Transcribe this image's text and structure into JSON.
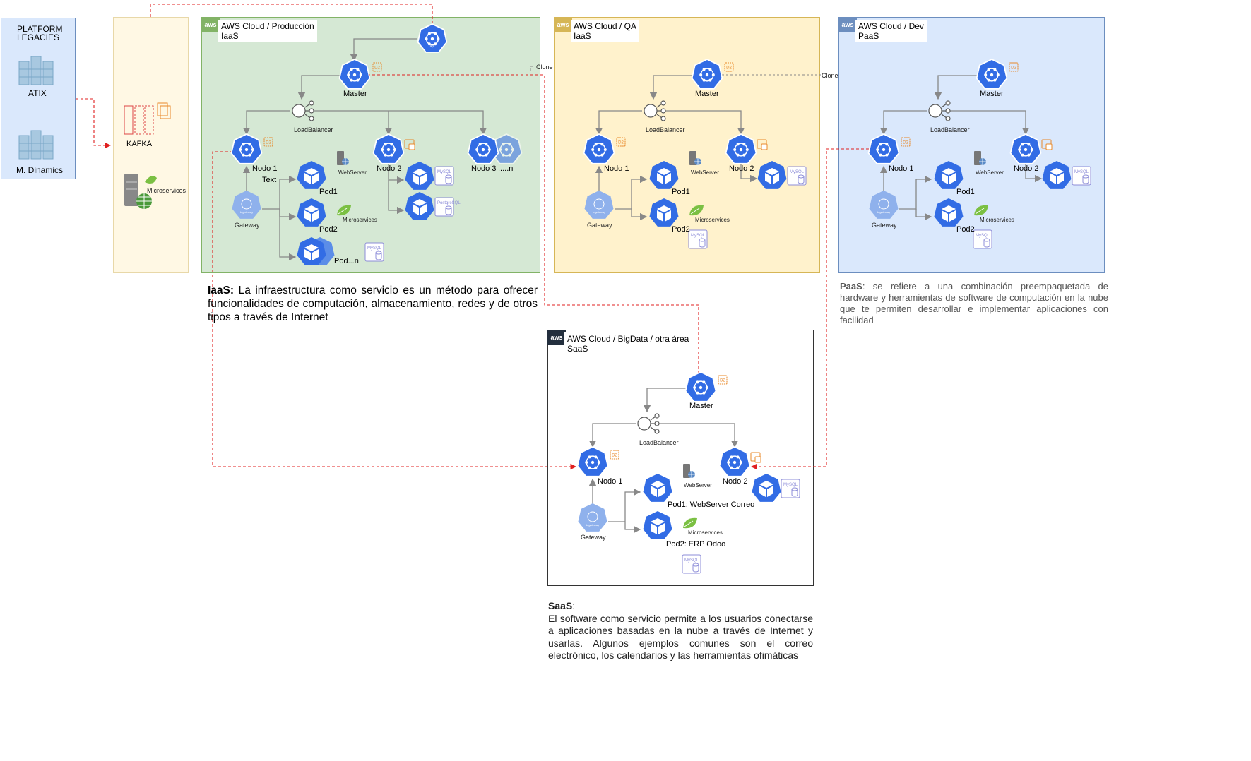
{
  "legacy": {
    "title_line1": "PLATFORM",
    "title_line2": "LEGACIES",
    "server1": "ATIX",
    "server2": "M. Dinamics"
  },
  "kafka": {
    "label": "KAFKA",
    "microservices": "Microservices"
  },
  "prod": {
    "title": "AWS Cloud / Producción",
    "type": "IaaS",
    "master": "Master",
    "loadbalancer": "LoadBalancer",
    "nodo1": "Nodo 1",
    "nodo2": "Nodo 2",
    "nodo3": "Nodo 3",
    "nodo_n": ".....n",
    "text": "Text",
    "gateway": "Gateway",
    "webserver": "WebServer",
    "microservices": "Microservices",
    "pod1": "Pod1",
    "pod2": "Pod2",
    "podn": "Pod...n",
    "clone": "Clone"
  },
  "qa": {
    "title": "AWS Cloud / QA",
    "type": "IaaS",
    "master": "Master",
    "loadbalancer": "LoadBalancer",
    "nodo1": "Nodo 1",
    "nodo2": "Nodo 2",
    "gateway": "Gateway",
    "webserver": "WebServer",
    "microservices": "Microservices",
    "pod1": "Pod1",
    "pod2": "Pod2",
    "clone": "Clone"
  },
  "dev": {
    "title": "AWS Cloud / Dev",
    "type": "PaaS",
    "master": "Master",
    "loadbalancer": "LoadBalancer",
    "nodo1": "Nodo 1",
    "nodo2": "Nodo 2",
    "gateway": "Gateway",
    "webserver": "WebServer",
    "microservices": "Microservices",
    "pod1": "Pod1",
    "pod2": "Pod2"
  },
  "bigdata": {
    "title": "AWS Cloud / BigData / otra área",
    "type": "SaaS",
    "master": "Master",
    "loadbalancer": "LoadBalancer",
    "nodo1": "Nodo 1",
    "nodo2": "Nodo 2",
    "gateway": "Gateway",
    "webserver": "WebServer",
    "microservices": "Microservices",
    "pod1": "Pod1: WebServer Correo",
    "pod2": "Pod2: ERP Odoo"
  },
  "descriptions": {
    "iaas_term": "IaaS:",
    "iaas_text": " La infraestructura como servicio es un método para ofrecer funcionalidades de computación, almacenamiento, redes y de otros tipos a través de Internet",
    "paas_term": "PaaS",
    "paas_text": ": se refiere a una combinación preempaquetada de hardware y herramientas de software de computación en la nube que te permiten desarrollar e implementar aplicaciones con facilidad",
    "saas_term": "SaaS",
    "saas_colon": ":",
    "saas_text": "El software como servicio permite a los usuarios conectarse a aplicaciones basadas en la nube a través de Internet y usarlas. Algunos ejemplos comunes son el correo electrónico, los calendarios y las herramientas ofimáticas"
  },
  "badges": {
    "aws": "aws",
    "mysql": "MySQL",
    "postgresql": "PostgreSQL",
    "d2": "D2",
    "api": "api",
    "gateway_icon": "k-gateway"
  },
  "colors": {
    "k8s_blue": "#326ce5",
    "dashed_red": "#e02020",
    "prod_bg": "#d5e8d4",
    "prod_border": "#82b366",
    "qa_bg": "#fff2cc",
    "qa_border": "#d6b656",
    "dev_bg": "#dae8fc",
    "dev_border": "#6c8ebf",
    "kafka_bg": "#fff8e4",
    "orange_icon": "#e8892a",
    "mysql_purple": "#8c8cd8"
  }
}
